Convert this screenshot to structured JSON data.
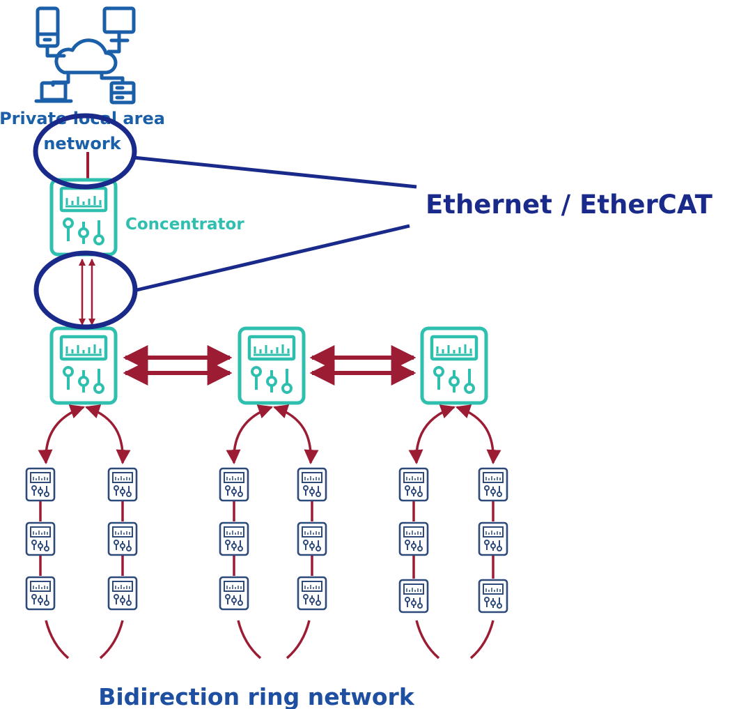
{
  "labels": {
    "lan": [
      "Private local area",
      "network"
    ],
    "concentrator": "Concentrator",
    "protocol": "Ethernet / EtherCAT",
    "ring": "Bidirection ring network"
  },
  "colors": {
    "lan_blue": "#1b5fa8",
    "teal": "#2fbfae",
    "maroon": "#9b1c33",
    "navy": "#1a2a8a",
    "device_navy": "#2d4a7a"
  },
  "icons": {
    "lan": [
      "phone-icon",
      "monitor-icon",
      "cloud-icon",
      "laptop-icon",
      "server-icon"
    ],
    "controller": "controller-icon",
    "device": "io-device-icon",
    "arrow": "bidirectional-arrow-icon",
    "highlight": "highlight-circle-icon"
  },
  "structure": {
    "controllers": 3,
    "chains_per_controller": 2,
    "devices_per_chain": 3
  }
}
